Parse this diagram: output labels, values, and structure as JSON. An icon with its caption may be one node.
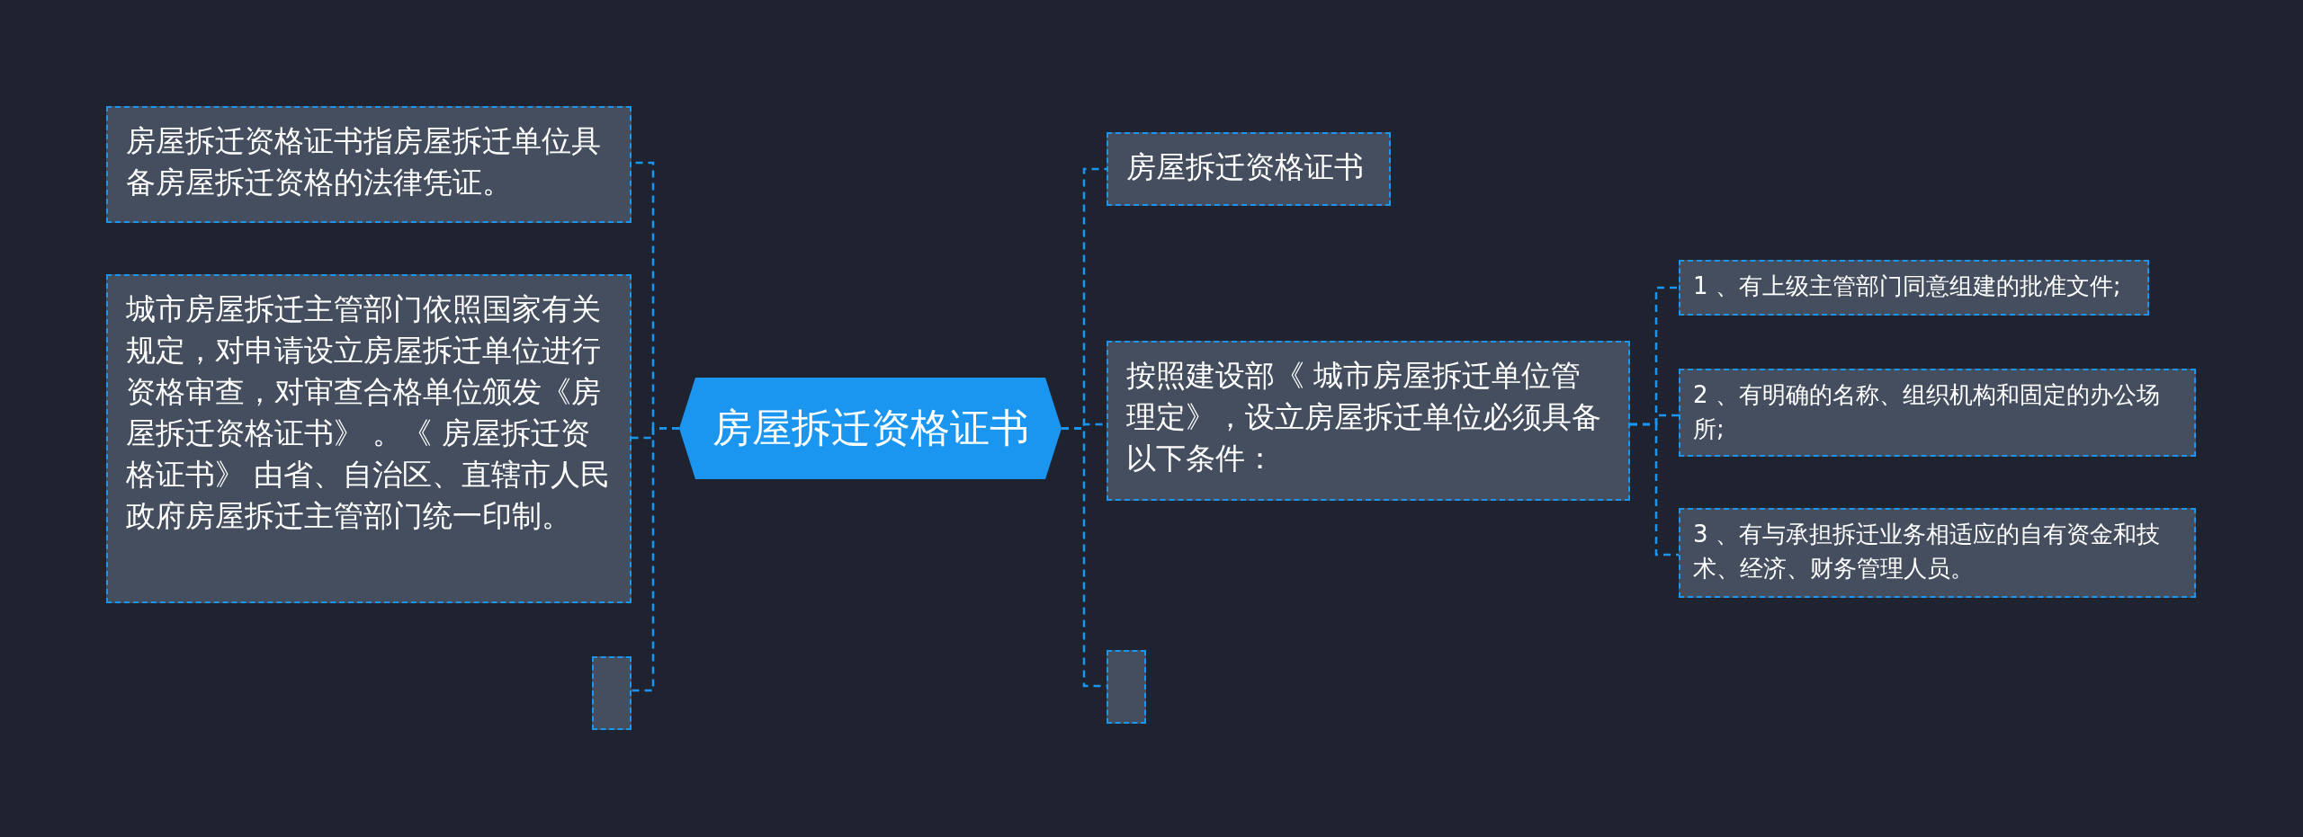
{
  "diagram": {
    "nodes": [
      {
        "text": [
          "房屋拆迁资格证书"
        ]
      },
      {
        "text": [
          "房屋拆迁资格证书指房屋拆迁单位具备房屋拆迁资格的法律凭证。"
        ]
      },
      {
        "text": [
          "城市房屋拆迁主管部门依照国家有关规定，对申请设立房屋拆迁单位进行资格审查，对审查合格单位颁发《房屋拆迁资格证书》 。《 房屋拆迁资格证书》 由省、自治区、直辖市人民政府房屋拆迁主管部门统一印制。"
        ]
      },
      {
        "text": [],
        "shape": "box"
      },
      {
        "text": [
          "房屋拆迁资格证书"
        ]
      },
      {
        "text": [
          "按照建设部《 城市房屋拆迁单位管理定》，设立房屋拆迁单位必须具备以下条件："
        ]
      },
      {
        "text": [],
        "shape": "box"
      },
      {
        "text": [
          "1 、有上级主管部门同意组建的批准文件;"
        ]
      },
      {
        "text": [
          "2 、有明确的名称、组织机构和固定的办公场所;"
        ]
      },
      {
        "text": [
          "3 、有与承担拆迁业务相适应的自有资金和技术、经济、财务管理人员。"
        ]
      }
    ],
    "edges": [
      {
        "from": 0,
        "to": 1,
        "arrow": "none",
        "style": "dashed"
      },
      {
        "from": 0,
        "to": 2,
        "arrow": "none",
        "style": "dashed"
      },
      {
        "from": 0,
        "to": 3,
        "arrow": "none",
        "style": "dashed"
      },
      {
        "from": 0,
        "to": 4,
        "arrow": "none",
        "style": "dashed"
      },
      {
        "from": 0,
        "to": 5,
        "arrow": "none",
        "style": "dashed"
      },
      {
        "from": 0,
        "to": 6,
        "arrow": "none",
        "style": "dashed"
      },
      {
        "from": 5,
        "to": 7,
        "arrow": "none",
        "style": "dashed"
      },
      {
        "from": 5,
        "to": 8,
        "arrow": "none",
        "style": "dashed"
      },
      {
        "from": 5,
        "to": 9,
        "arrow": "none",
        "style": "dashed"
      }
    ]
  }
}
